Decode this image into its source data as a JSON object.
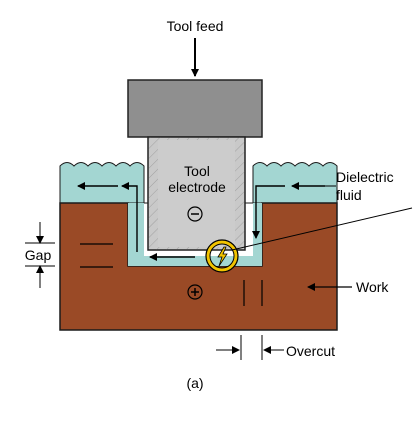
{
  "diagram": {
    "labels": {
      "tool_feed": "Tool feed",
      "tool_line1": "Tool",
      "tool_line2": "electrode",
      "dielectric_line1": "Dielectric",
      "dielectric_line2": "fluid",
      "gap": "Gap",
      "work": "Work",
      "overcut": "Overcut",
      "caption": "(a)",
      "tool_polarity": "⊖",
      "work_polarity": "⊕"
    },
    "colors": {
      "work": "#9a4a26",
      "dielectric": "#a3d6d2",
      "tool": "#c9c9c9",
      "tool_holder": "#8f8f8f",
      "spark_ring": "#f2c400"
    },
    "icons": {
      "spark": "lightning-bolt-icon",
      "tool_polarity": "minus-circle-icon",
      "work_polarity": "plus-circle-icon"
    }
  }
}
